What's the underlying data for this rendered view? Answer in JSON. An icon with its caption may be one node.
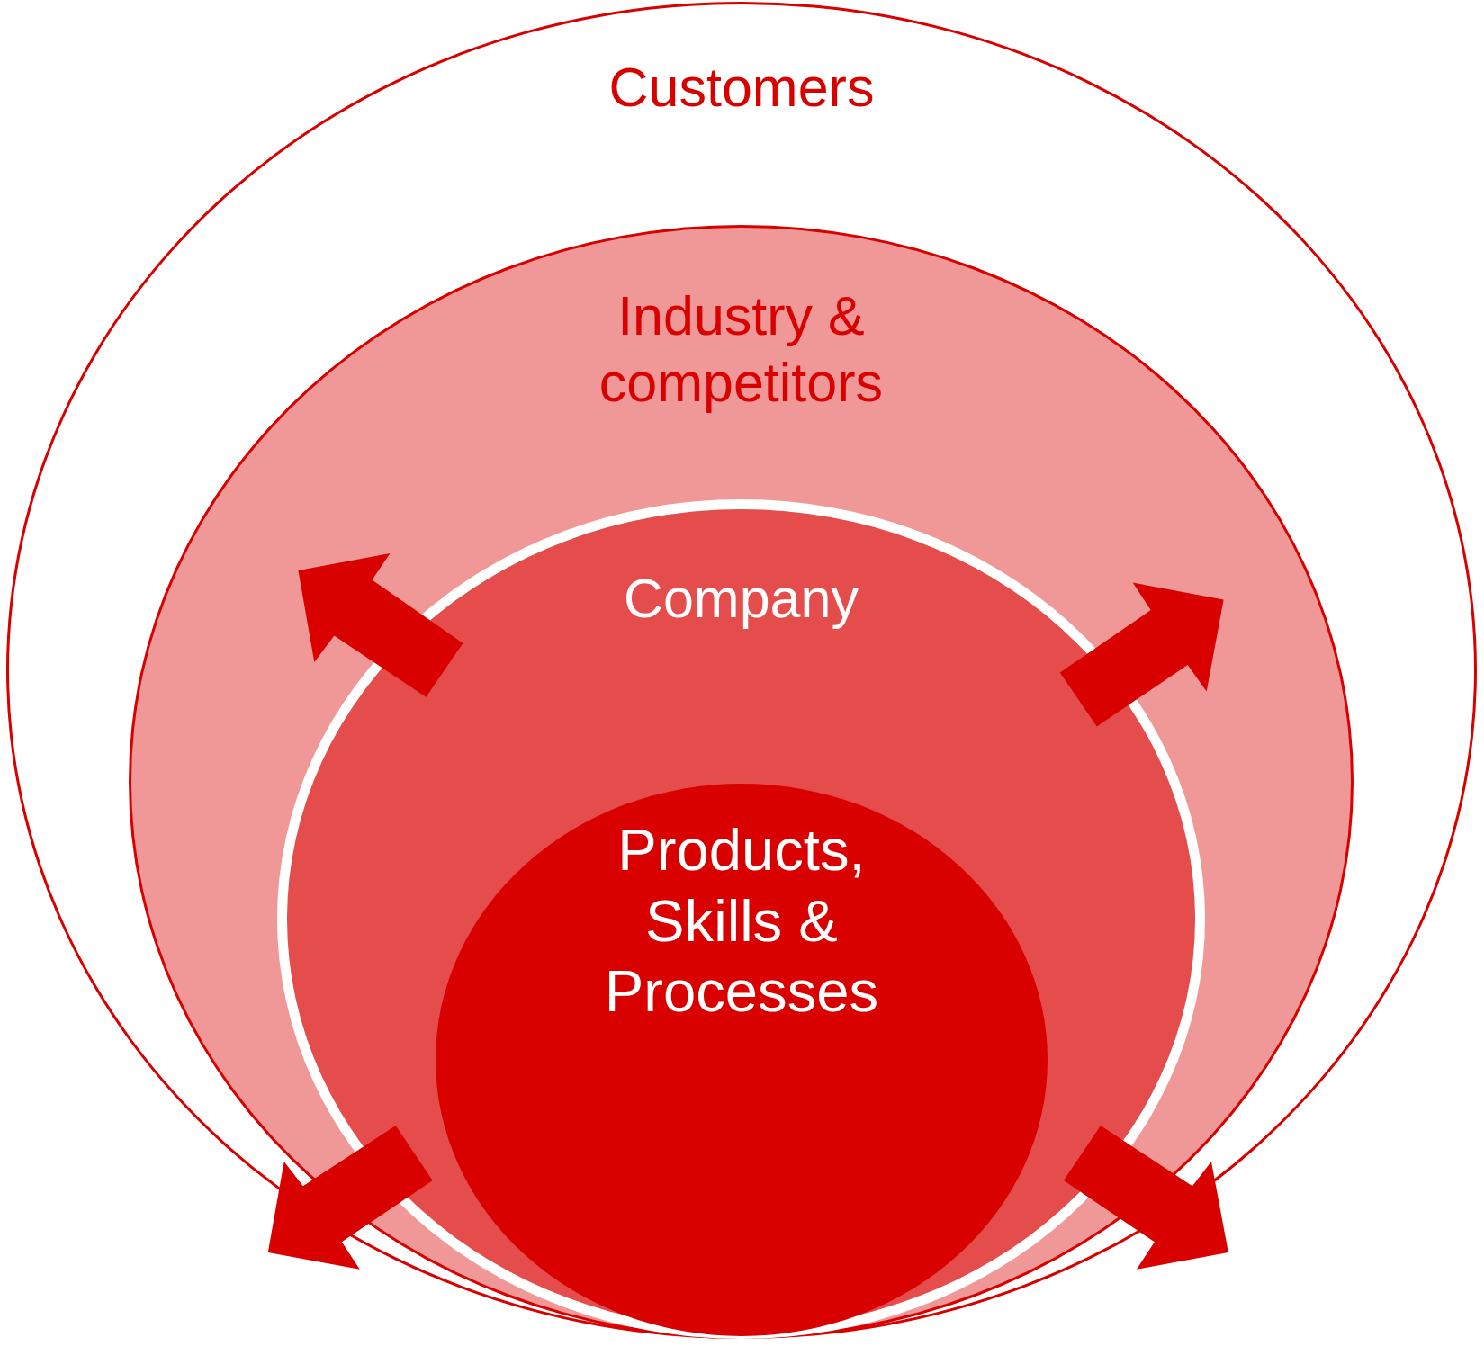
{
  "diagram": {
    "nodes": [
      {
        "text": [
          "Customers"
        ]
      },
      {
        "text": [
          "Industry & competitors"
        ],
        "in": 0
      },
      {
        "text": [
          "Company"
        ],
        "in": 1
      },
      {
        "text": [
          "Products, Skills & Processes"
        ],
        "in": 2
      }
    ]
  }
}
